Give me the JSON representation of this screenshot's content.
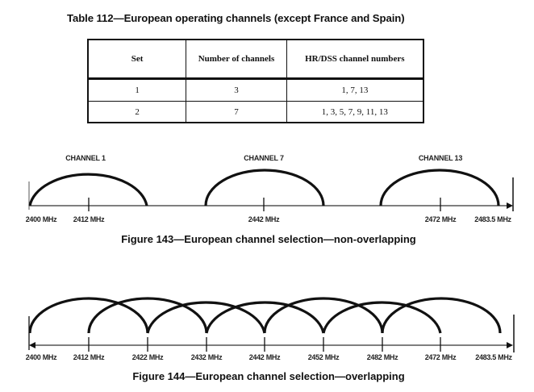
{
  "table": {
    "title": "Table 112—European operating channels (except France and Spain)",
    "headers": [
      "Set",
      "Number of channels",
      "HR/DSS channel numbers"
    ],
    "rows": [
      {
        "set": "1",
        "count": "3",
        "channels": "1, 7, 13"
      },
      {
        "set": "2",
        "count": "7",
        "channels": "1, 3, 5, 7, 9, 11, 13"
      }
    ]
  },
  "figure143": {
    "caption": "Figure 143—European channel selection—non-overlapping",
    "channel_labels": [
      "CHANNEL 1",
      "CHANNEL 7",
      "CHANNEL 13"
    ],
    "freq_labels": [
      "2400 MHz",
      "2412 MHz",
      "2442 MHz",
      "2472 MHz",
      "2483.5 MHz"
    ]
  },
  "figure144": {
    "caption": "Figure 144—European channel selection—overlapping",
    "freq_labels": [
      "2400 MHz",
      "2412 MHz",
      "2422 MHz",
      "2432 MHz",
      "2442 MHz",
      "2452 MHz",
      "2482 MHz",
      "2472 MHz",
      "2483.5 MHz"
    ]
  },
  "colors": {
    "ink": "#111111",
    "background": "#ffffff"
  }
}
